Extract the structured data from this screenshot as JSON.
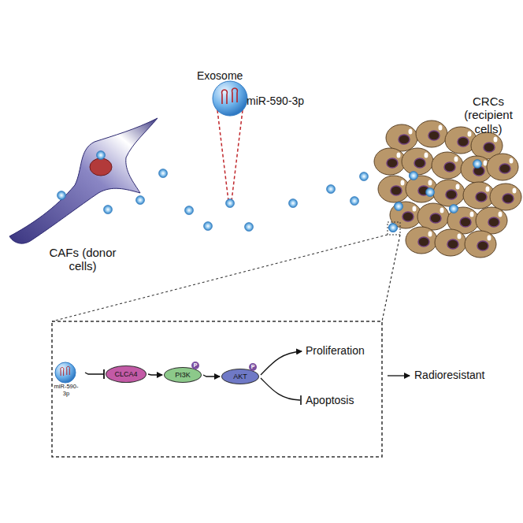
{
  "diagram": {
    "nodes": [
      {
        "text": [
          "CAFs (donor cells)"
        ]
      },
      {
        "text": [
          "Exosome",
          "miR-590-3p"
        ]
      },
      {
        "text": [
          "CRCs (recipient cells)"
        ]
      },
      {
        "text": [
          "miR-590-3p"
        ]
      },
      {
        "text": [
          "CLCA4"
        ]
      },
      {
        "text": [
          "PI3K"
        ]
      },
      {
        "text": [
          "AKT"
        ]
      }
    ],
    "edges": [
      {
        "from": 3,
        "to": 4,
        "arrow": "to"
      },
      {
        "from": 4,
        "to": 5,
        "arrow": "to"
      },
      {
        "from": 5,
        "to": 6,
        "arrow": "to"
      }
    ],
    "labels": [
      "P",
      "P",
      "Proliferation",
      "Apoptosis",
      "Radioresistant"
    ]
  }
}
